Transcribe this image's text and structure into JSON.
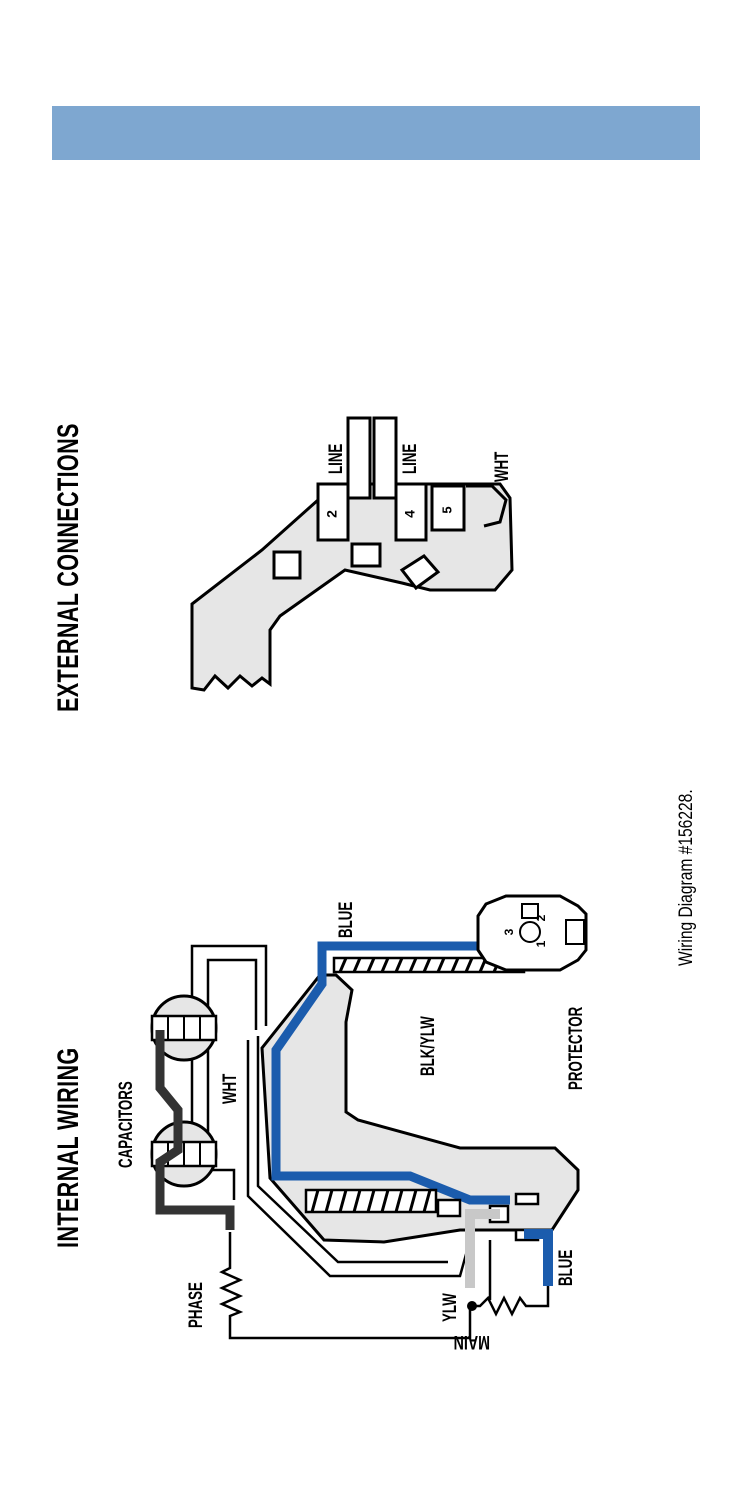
{
  "header_color": "#7ea7d0",
  "colors": {
    "blue_wire": "#1b5cad",
    "yellow_wire": "#c8c8c8",
    "black_wire": "#333333",
    "panel_fill": "#e6e6e6"
  },
  "sections": {
    "internal_title": "INTERNAL WIRING",
    "external_title": "EXTERNAL CONNECTIONS"
  },
  "labels": {
    "capacitors": "CAPACITORS",
    "wht_internal": "WHT",
    "blue_top": "BLUE",
    "blk_ylw": "BLK/YLW",
    "protector": "PROTECTOR",
    "phase": "PHASE",
    "ylw": "YLW",
    "main": "MAIN",
    "blue_bottom": "BLUE",
    "line_1": "LINE",
    "line_2": "LINE",
    "wht_external": "WHT"
  },
  "terminals": {
    "t2": "2",
    "t4": "4",
    "t5": "5",
    "p1": "1",
    "p2": "2",
    "p3": "3"
  },
  "caption": "Wiring Diagram #156228."
}
